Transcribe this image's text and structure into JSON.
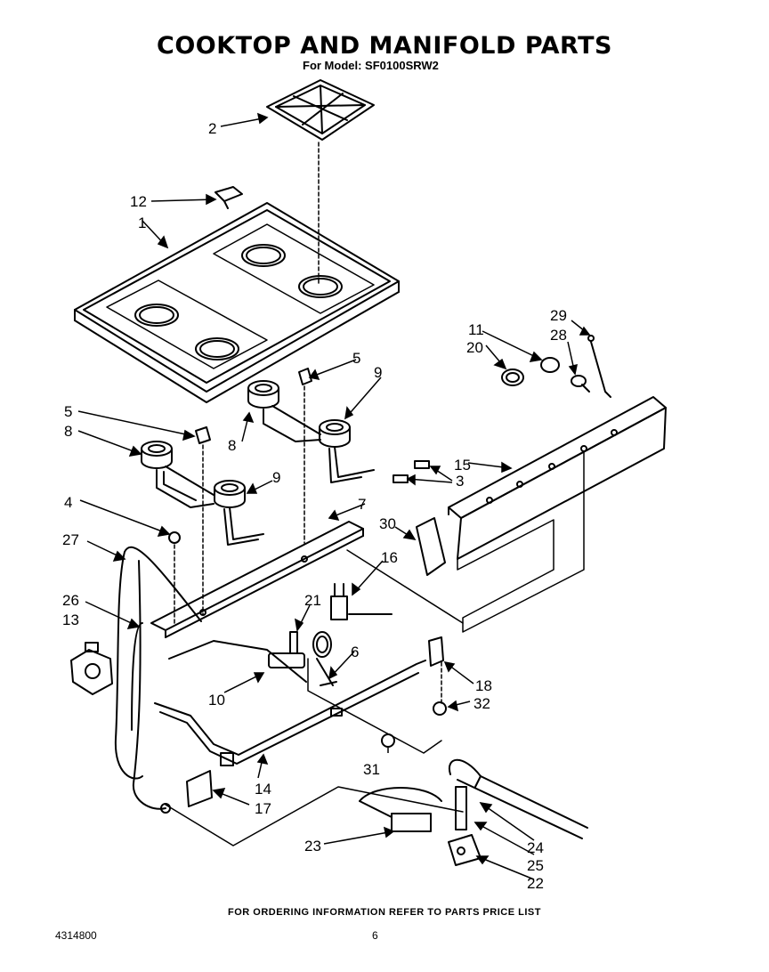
{
  "title": "COOKTOP  AND MANIFOLD PARTS",
  "subtitle": "For Model: SF0100SRW2",
  "footer_note": "FOR ORDERING INFORMATION REFER TO PARTS PRICE LIST",
  "document_number": "4314800",
  "page_number": "6",
  "callouts": [
    "1",
    "2",
    "3",
    "4",
    "5",
    "5",
    "6",
    "7",
    "8",
    "8",
    "9",
    "9",
    "10",
    "11",
    "12",
    "13",
    "14",
    "15",
    "16",
    "17",
    "18",
    "20",
    "21",
    "22",
    "23",
    "24",
    "25",
    "26",
    "27",
    "28",
    "29",
    "30",
    "31",
    "32"
  ]
}
